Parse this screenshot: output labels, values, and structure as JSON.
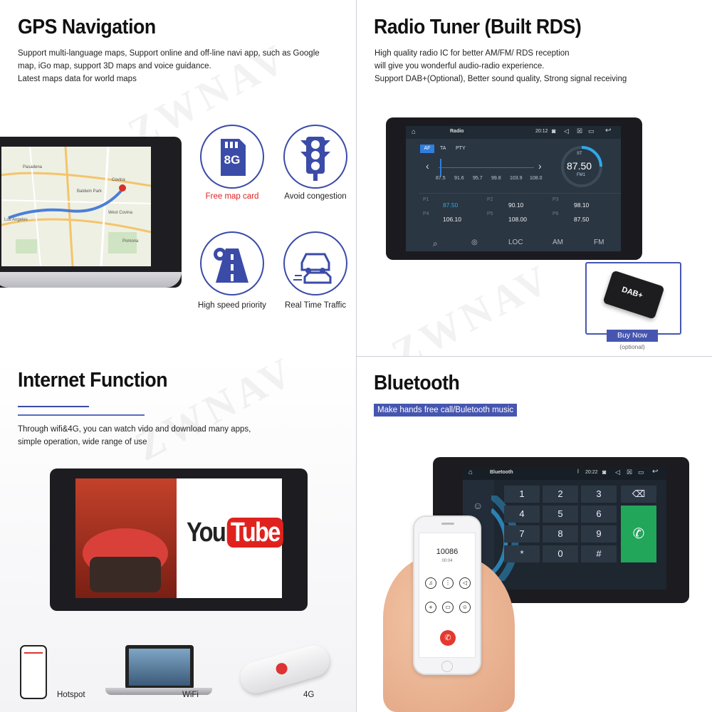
{
  "watermark": "ZWNAV",
  "gps": {
    "title": "GPS Navigation",
    "desc_lines": [
      "Support multi-language maps, Support online and off-line navi app, such as Google",
      "map, iGo map, support 3D maps and voice guidance.",
      "Latest maps data for world maps"
    ],
    "map_labels": [
      "Pasadena",
      "Baldwin Park",
      "Covina",
      "Los Angeles",
      "West Covina",
      "Pomona"
    ],
    "features": [
      {
        "icon": "sd-card-icon",
        "badge": "8G",
        "label": "Free map card",
        "color": "#e02020"
      },
      {
        "icon": "traffic-light-icon",
        "label": "Avoid congestion",
        "color": "#222222"
      },
      {
        "icon": "road-pin-icon",
        "label": "High speed priority",
        "color": "#222222"
      },
      {
        "icon": "traffic-cars-icon",
        "label": "Real Time Traffic",
        "color": "#222222"
      }
    ]
  },
  "radio": {
    "title": "Radio Tuner (Built RDS)",
    "desc_lines": [
      "High quality radio IC for better AM/FM/ RDS reception",
      "will give you wonderful audio-radio experience.",
      "Support DAB+(Optional), Better sound quality, Strong signal receiving"
    ],
    "screen": {
      "app_name": "Radio",
      "time": "20:12",
      "tabs": [
        "AF",
        "TA",
        "PTY"
      ],
      "scale": [
        "87.5",
        "91.6",
        "95.7",
        "99.8",
        "103.9",
        "108.0"
      ],
      "stereo": "ST",
      "freq": "87.50",
      "band_label": "FM1",
      "presets": [
        {
          "name": "P1",
          "freq": "87.50"
        },
        {
          "name": "P2",
          "freq": "90.10"
        },
        {
          "name": "P3",
          "freq": "98.10"
        },
        {
          "name": "P4",
          "freq": "106.10"
        },
        {
          "name": "P5",
          "freq": "108.00"
        },
        {
          "name": "P6",
          "freq": "87.50"
        }
      ],
      "bottom": [
        "LOC",
        "AM",
        "FM"
      ]
    },
    "dab_label": "DAB+",
    "buy_now": "Buy Now",
    "optional": "(optional)"
  },
  "internet": {
    "title": "Internet Function",
    "desc_lines": [
      "Through wifi&4G, you can watch vido and download many apps,",
      "simple operation, wide range of use"
    ],
    "youtube_a": "You",
    "youtube_b": "Tube",
    "devices": [
      "Hotspot",
      "WiFi",
      "4G"
    ]
  },
  "bluetooth": {
    "title": "Bluetooth",
    "tag": "Make hands free call/Buletooth music",
    "screen": {
      "app_name": "Bluetooth",
      "time": "20:22",
      "keys": [
        "1",
        "2",
        "3",
        "4",
        "5",
        "6",
        "7",
        "8",
        "9",
        "*",
        "0",
        "#"
      ]
    },
    "phone": {
      "number": "10086",
      "duration": "00:04"
    }
  }
}
